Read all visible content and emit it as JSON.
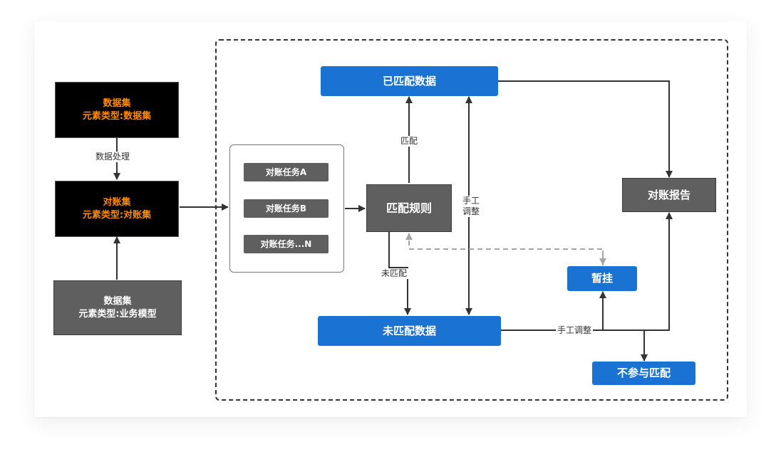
{
  "nodes": {
    "dataset": {
      "line1": "数据集",
      "line2": "元素类型:数据集"
    },
    "recon_set": {
      "line1": "对账集",
      "line2": "元素类型:对账集"
    },
    "business_model": {
      "line1": "数据集",
      "line2": "元素类型:业务模型"
    },
    "task_a": "对账任务A",
    "task_b": "对账任务B",
    "task_n": "对账任务...N",
    "match_rule": "匹配规则",
    "matched_data": "已匹配数据",
    "unmatched_data": "未匹配数据",
    "recon_report": "对账报告",
    "suspend": "暂挂",
    "not_participate": "不参与匹配"
  },
  "edges": {
    "data_processing": "数据处理",
    "match": "匹配",
    "unmatched": "未匹配",
    "manual_adjust_1": "手工",
    "manual_adjust_2": "调整",
    "manual_adjust_inline": "手工调整"
  },
  "colors": {
    "blue_node": "#1a73d2",
    "grey_node": "#5f5f5f",
    "black_node": "#000000",
    "orange_text": "#ff8c00",
    "arrow": "#333333",
    "dashed_arrow": "#a6a6a6"
  }
}
